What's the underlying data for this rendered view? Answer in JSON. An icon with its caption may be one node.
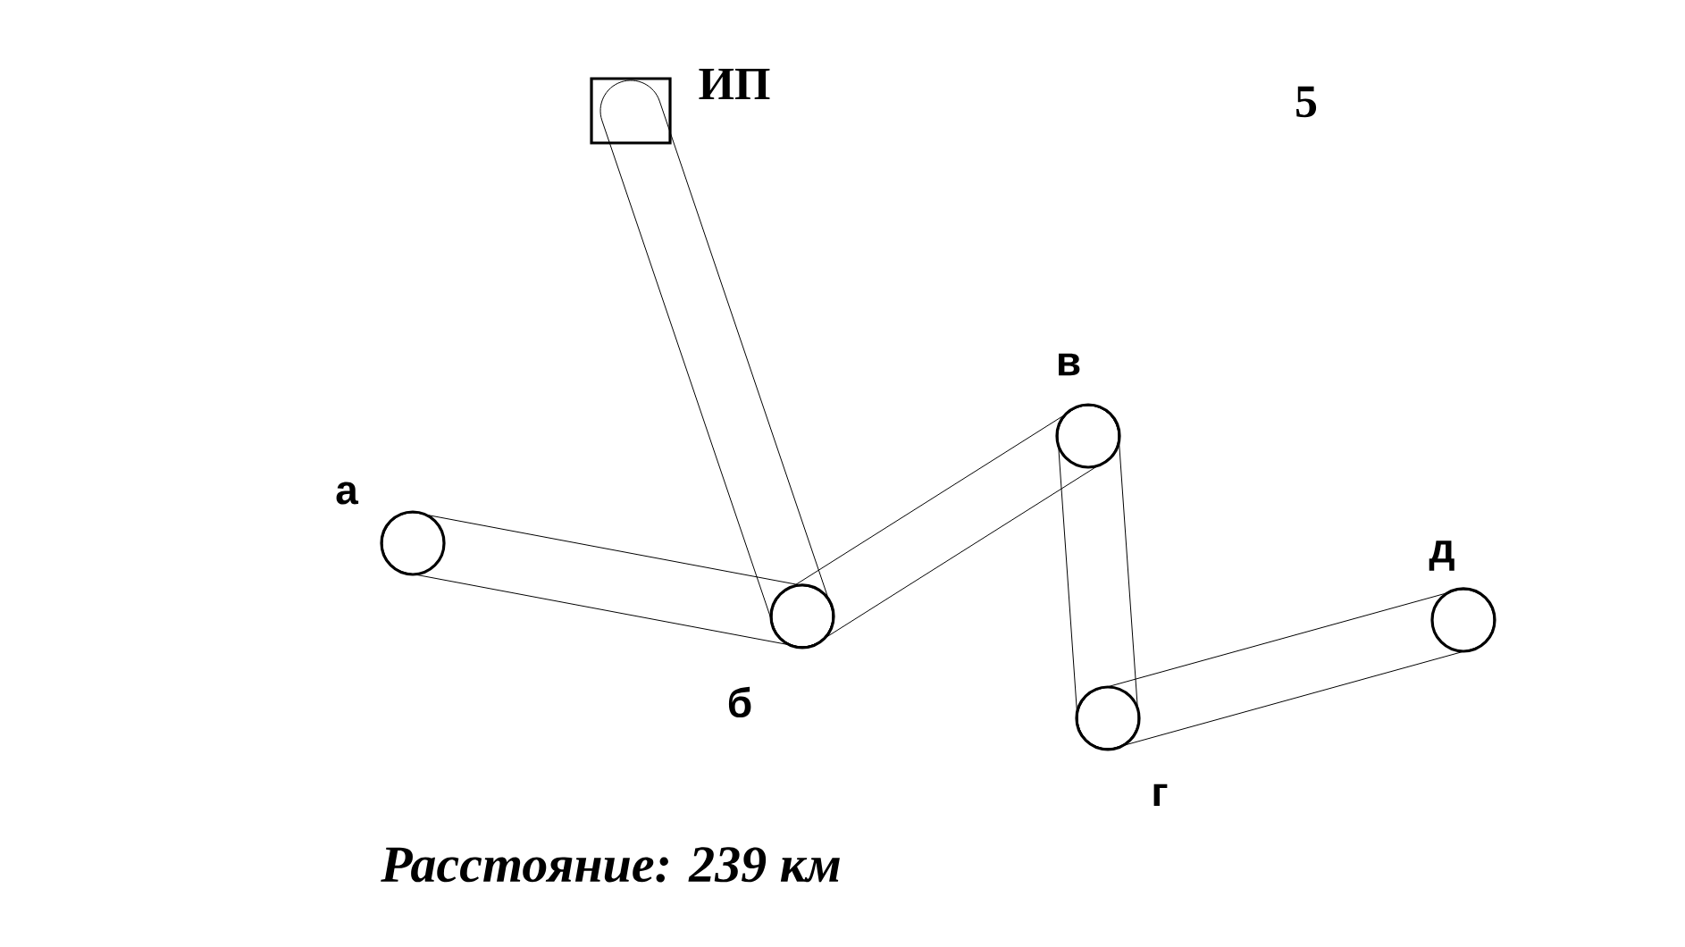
{
  "diagram": {
    "caption": "Расстояние: 239 км",
    "nodes": [
      {
        "text": [
          "ИП"
        ]
      },
      {
        "text": [
          "а"
        ]
      },
      {
        "text": [
          "б"
        ]
      },
      {
        "text": [
          "в"
        ]
      },
      {
        "text": [
          "г"
        ]
      },
      {
        "text": [
          "д"
        ]
      }
    ],
    "edges": [
      {
        "from": 0,
        "to": 2,
        "arrow": "none"
      },
      {
        "from": 1,
        "to": 2,
        "arrow": "none"
      },
      {
        "from": 2,
        "to": 3,
        "arrow": "none"
      },
      {
        "from": 3,
        "to": 4,
        "arrow": "none"
      },
      {
        "from": 4,
        "to": 5,
        "arrow": "none"
      }
    ],
    "labels": [
      "5"
    ]
  }
}
